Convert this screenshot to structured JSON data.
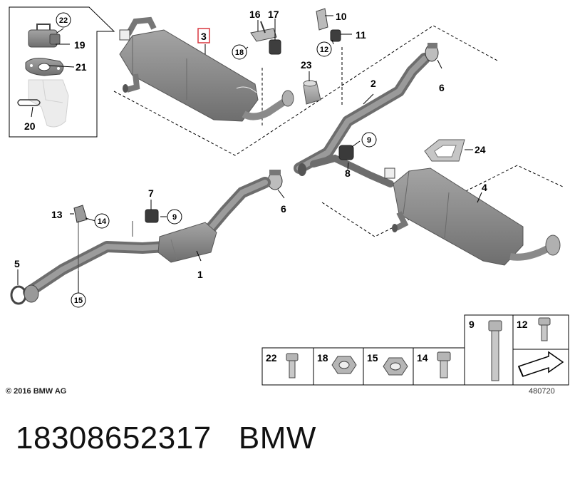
{
  "part_labels": {
    "p1": "1",
    "p2": "2",
    "p3": "3",
    "p4": "4",
    "p5": "5",
    "p6a": "6",
    "p6b": "6",
    "p7": "7",
    "p8": "8",
    "p10": "10",
    "p11": "11",
    "p13": "13",
    "p16": "16",
    "p17": "17",
    "p19": "19",
    "p20": "20",
    "p21": "21",
    "p23": "23",
    "p24": "24"
  },
  "circled_labels": {
    "c9a": "9",
    "c9b": "9",
    "c12": "12",
    "c14": "14",
    "c15": "15",
    "c18": "18",
    "c22": "22"
  },
  "fastener_legend": {
    "l22": "22",
    "l18": "18",
    "l15": "15",
    "l14": "14",
    "l9": "9",
    "l12": "12"
  },
  "highlight_color": "#d9363e",
  "copyright": "© 2016 BMW AG",
  "drawing_number": "480720",
  "caption": {
    "part_number": "18308652317",
    "brand": "BMW"
  }
}
